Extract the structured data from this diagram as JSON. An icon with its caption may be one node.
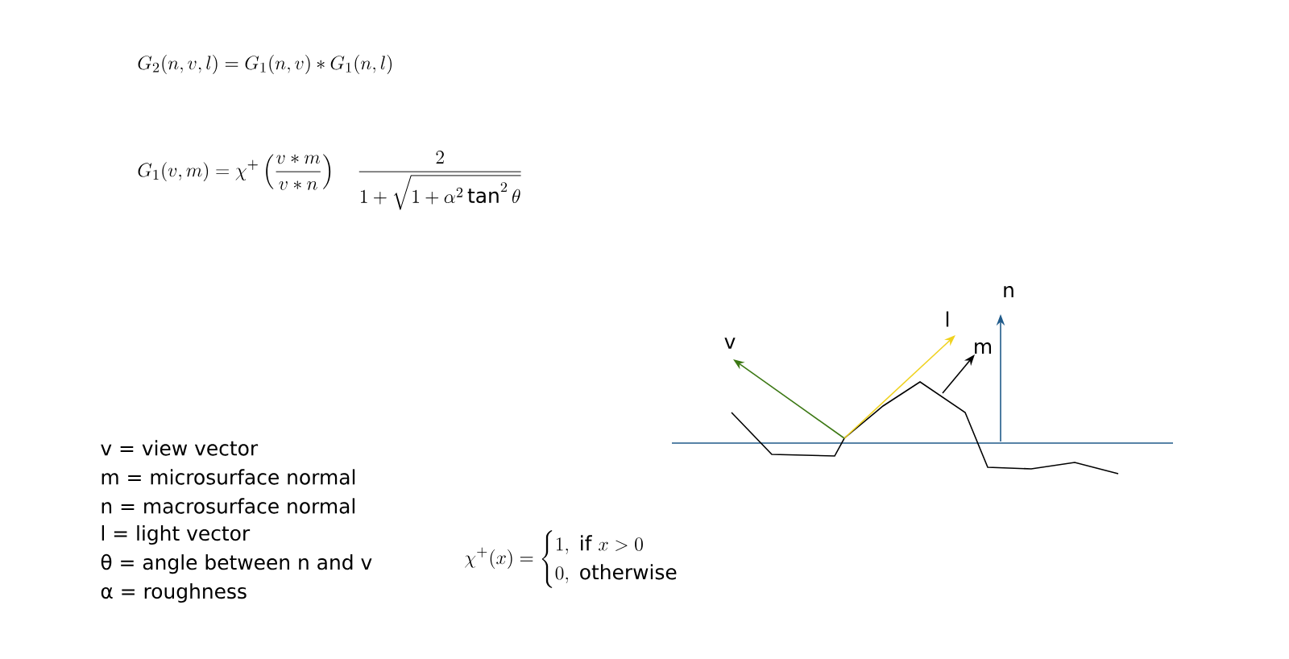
{
  "diagram": {
    "labels": [
      "G_2(n, v, l) = G_1(n, v) * G_1(n, l)",
      "G_1(v, m) = \\chi^+\\left(\\frac{v * m}{v * n}\\right)\\quad \\frac{2}{1 + \\sqrt{1 + \\alpha^2 \\tan^2\\theta}}",
      "v",
      "l",
      "m",
      "n",
      "v = view vector",
      "m = microsurface normal",
      "n =  macrosurface normal",
      "l = light vector",
      "θ = angle between n and v",
      "α = roughness",
      "\\chi^+(x) = \\begin{cases} 1, \\text{ if } x > 0 \\\\ 0, \\text{ otherwise} \\end{cases}"
    ]
  }
}
